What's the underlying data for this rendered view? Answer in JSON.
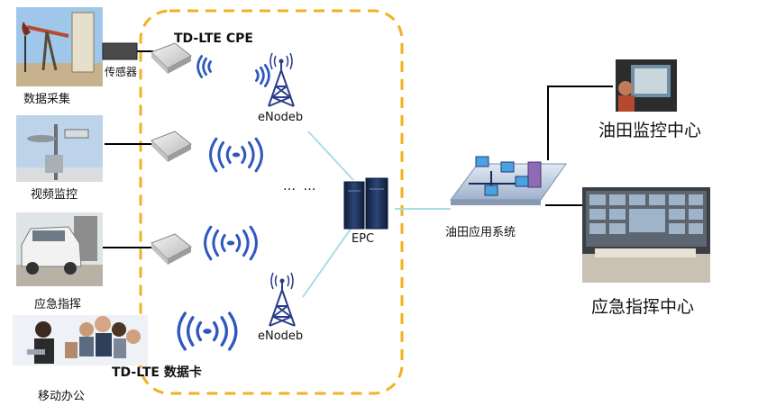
{
  "labels": {
    "data_collection": "数据采集",
    "sensor": "传感器",
    "cpe": "TD-LTE CPE",
    "enodeb_top": "eNodeb",
    "enodeb_bottom": "eNodeb",
    "ellipsis": "… …",
    "video_monitoring": "视频监控",
    "epc": "EPC",
    "oilfield_app_system": "油田应用系统",
    "emergency_command": "应急指挥",
    "mobile_office": "移动办公",
    "datacard": "TD-LTE 数据卡",
    "monitor_center": "油田监控中心",
    "emergency_center": "应急指挥中心"
  },
  "colors": {
    "dashed_border": "#f2b21f",
    "epc_link": "#a8dde6",
    "wave": "#2e57c0",
    "tower": "#2b3c8c",
    "server": "#1d2f55",
    "line": "#000000"
  },
  "icons": [
    "oil-pump-photo",
    "sensor-box",
    "cpe-device-icon",
    "wifi-wave-icon",
    "tower-icon",
    "camera-photo",
    "suv-photo",
    "people-photo",
    "epc-server-icon",
    "network-platform-icon",
    "operator-photo",
    "control-room-photo"
  ]
}
